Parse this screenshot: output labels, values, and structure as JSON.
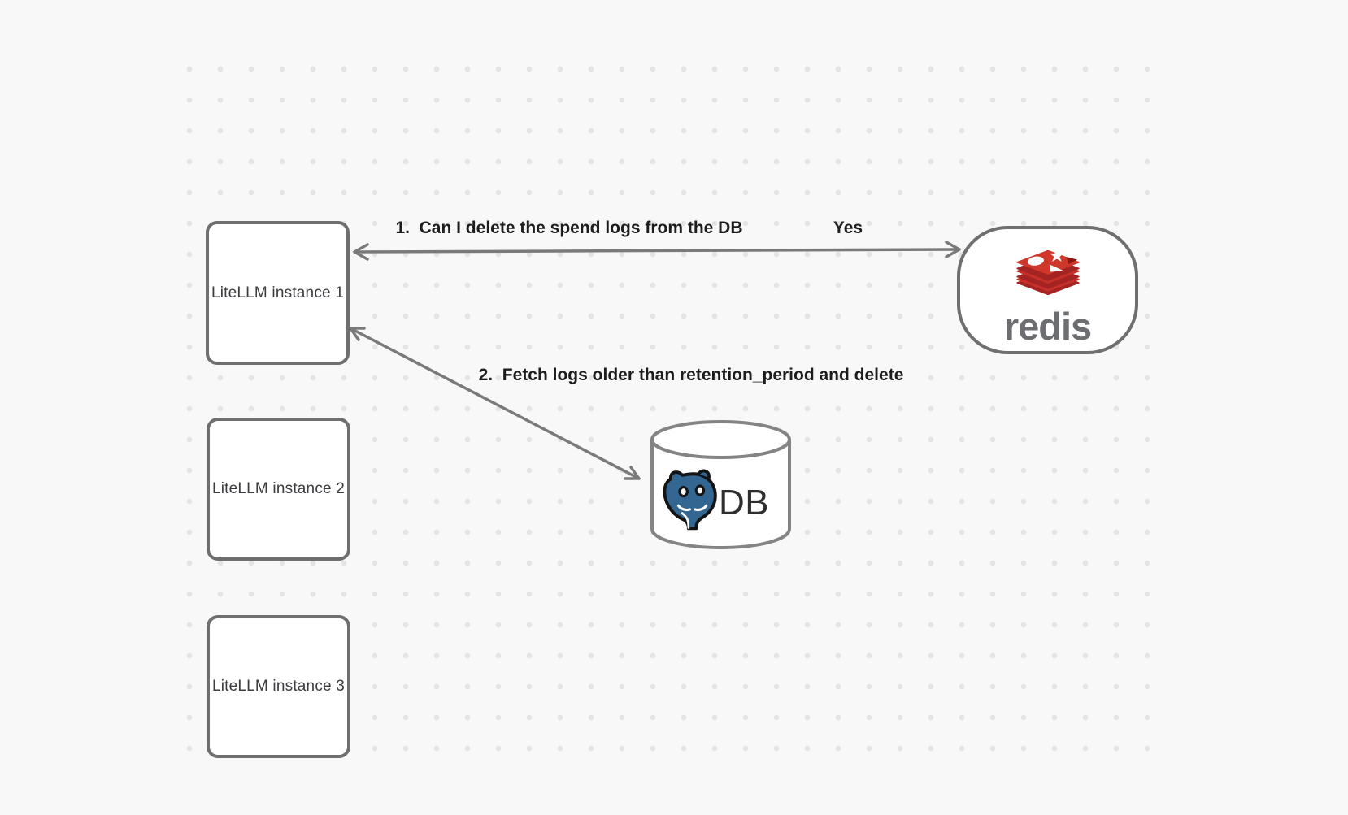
{
  "diagram": {
    "background_color": "#f8f8f8",
    "dot_color": "#e4e4e4",
    "arrow_color": "#7a7a7a",
    "box_border_color": "#6f6f6f",
    "nodes": {
      "litellm_instances": [
        {
          "label": "LiteLLM instance 1"
        },
        {
          "label": "LiteLLM instance 2"
        },
        {
          "label": "LiteLLM instance 3"
        }
      ],
      "redis": {
        "label": "redis",
        "brand_red": "#c6302b",
        "wordmark_color": "#6d6e71"
      },
      "database": {
        "label": "DB",
        "postgres_blue": "#336791"
      }
    },
    "arrows": [
      {
        "label": "1.  Can I delete the spend logs from the DB",
        "response": "Yes",
        "from": "LiteLLM instance 1",
        "to": "redis",
        "double_headed": true
      },
      {
        "label": "2.  Fetch logs older than retention_period and delete",
        "from": "LiteLLM instance 1",
        "to": "DB",
        "double_headed": true
      }
    ],
    "icons": {
      "redis_logo": "redis-stack-logo",
      "postgres_logo": "postgresql-elephant-logo"
    }
  }
}
